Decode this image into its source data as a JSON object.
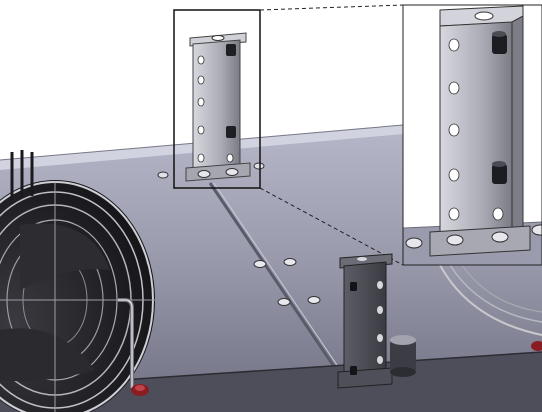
{
  "figure": {
    "type": "cad-render",
    "background": "#ffffff",
    "colors": {
      "panel_top": "#c4c5d6",
      "panel_mid": "#9697a9",
      "panel_dark": "#5a5b68",
      "bracket_light": "#b9bac4",
      "bracket_dark": "#4a4b52",
      "fan_dark": "#1b1b1f",
      "guard_wire": "#c8c8cc",
      "red_accent": "#8a1d22",
      "callout_line": "#222222"
    },
    "icons": [
      "fan-guard",
      "mounting-bracket",
      "screw-head",
      "bolt"
    ],
    "callout": {
      "style": "dashed",
      "shape": "rectangle-to-inset"
    }
  }
}
